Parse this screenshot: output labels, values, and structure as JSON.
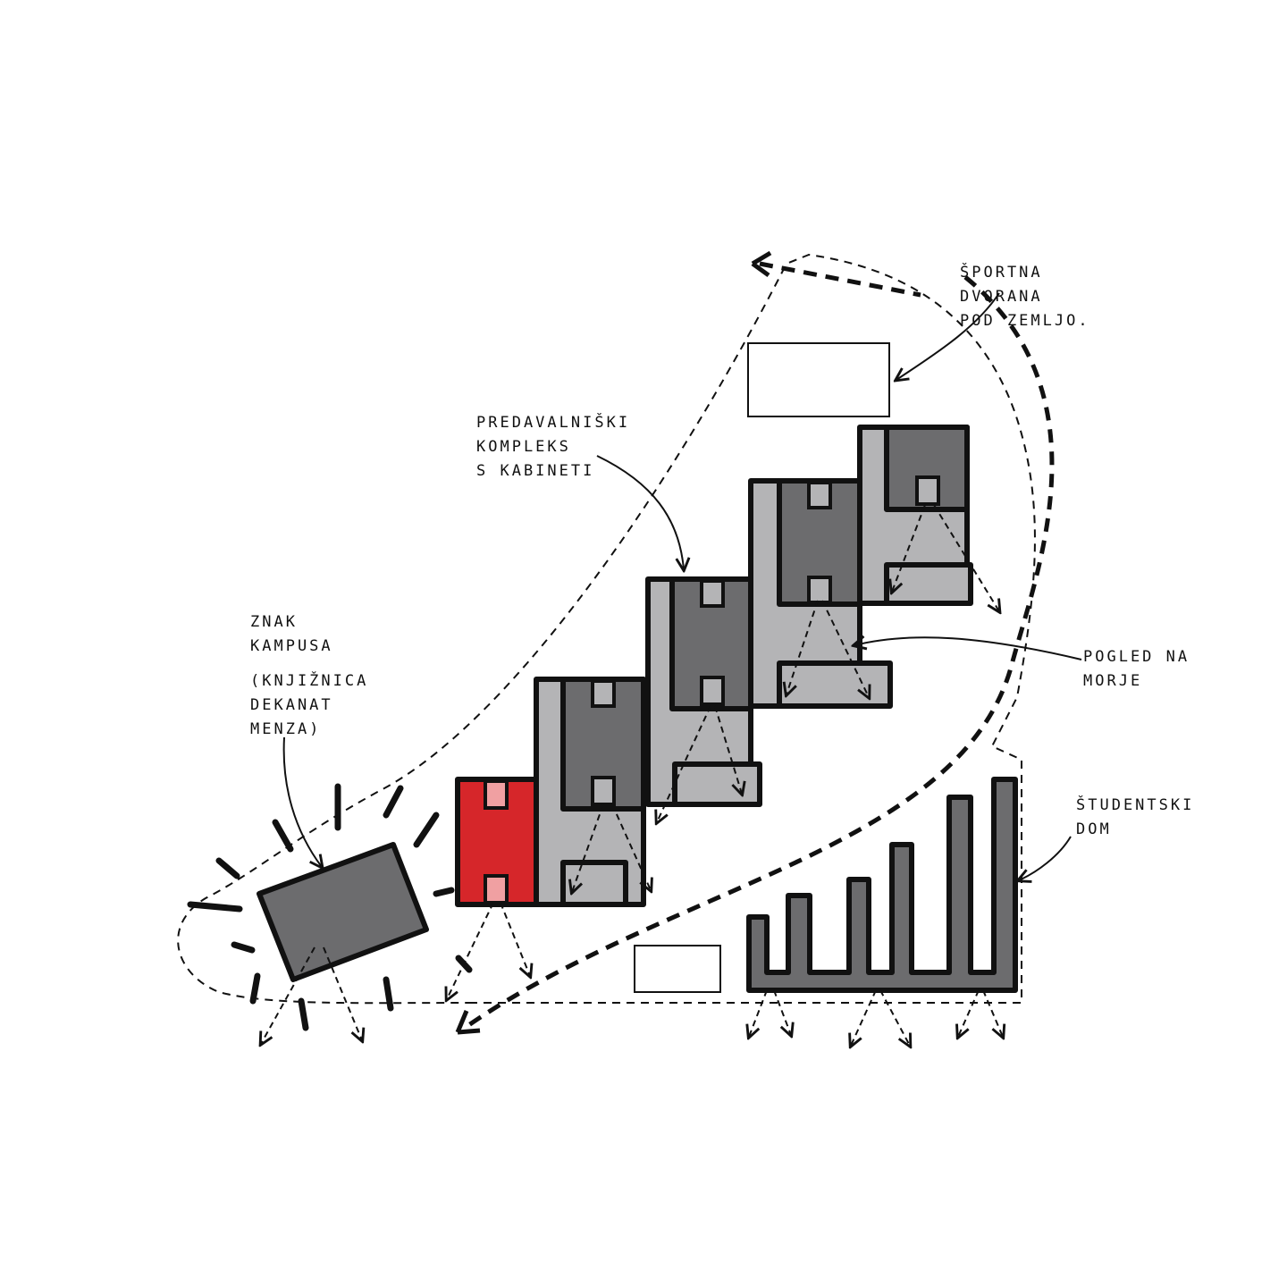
{
  "labels": {
    "sports_hall": [
      "ŠPORTNA",
      "DVORANA",
      "POD ZEMLJO."
    ],
    "lecture_complex": [
      "PREDAVALNIŠKI",
      "KOMPLEKS",
      "S KABINETI"
    ],
    "campus_sign": [
      "ZNAK",
      "KAMPUSA",
      "(KNJIŽNICA",
      "DEKANAT",
      "MENZA)"
    ],
    "sea_view": [
      "POGLED NA",
      "MORJE"
    ],
    "student_dorm": [
      "ŠTUDENTSKI",
      "DOM"
    ]
  },
  "colors": {
    "outline": "#111111",
    "light_gray": "#b4b4b6",
    "dark_gray": "#6c6c6e",
    "red": "#d6262a",
    "pink": "#f0a0a2",
    "white": "#ffffff"
  }
}
